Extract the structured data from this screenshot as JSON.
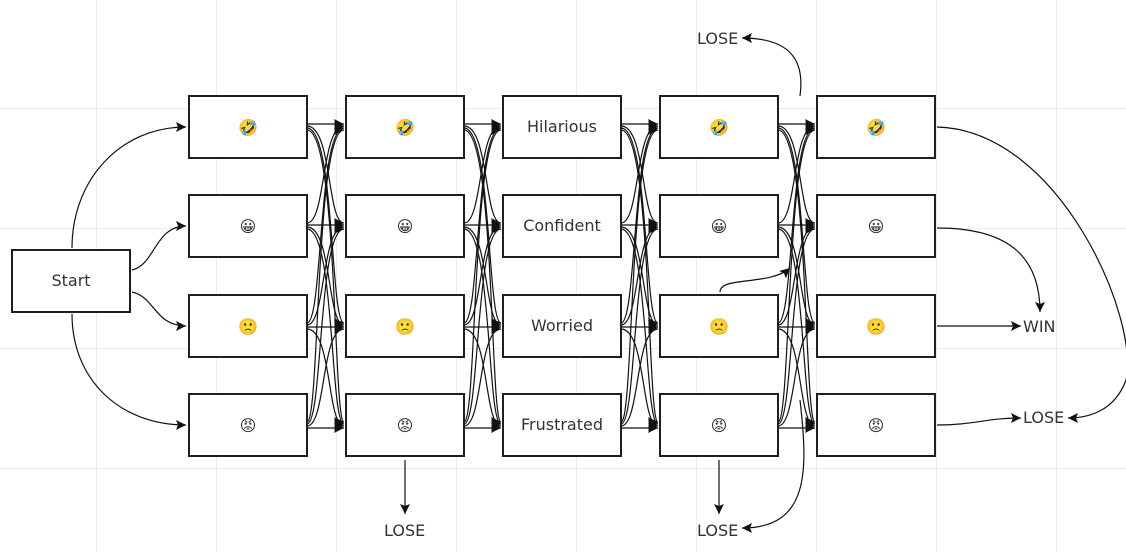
{
  "diagram": {
    "start_label": "Start",
    "columns": [
      {
        "rows": [
          "🤣",
          "😀",
          "🙁",
          "😡"
        ]
      },
      {
        "rows": [
          "🤣",
          "😀",
          "🙁",
          "😡"
        ]
      },
      {
        "rows": [
          "Hilarious",
          "Confident",
          "Worried",
          "Frustrated"
        ]
      },
      {
        "rows": [
          "🤣",
          "😀",
          "🙁",
          "😡"
        ]
      },
      {
        "rows": [
          "🤣",
          "😀",
          "🙁",
          "😡"
        ]
      }
    ],
    "outcomes": {
      "top_lose": "LOSE",
      "bottom_lose_col2": "LOSE",
      "bottom_lose_col4": "LOSE",
      "win": "WIN",
      "right_lose": "LOSE"
    }
  }
}
